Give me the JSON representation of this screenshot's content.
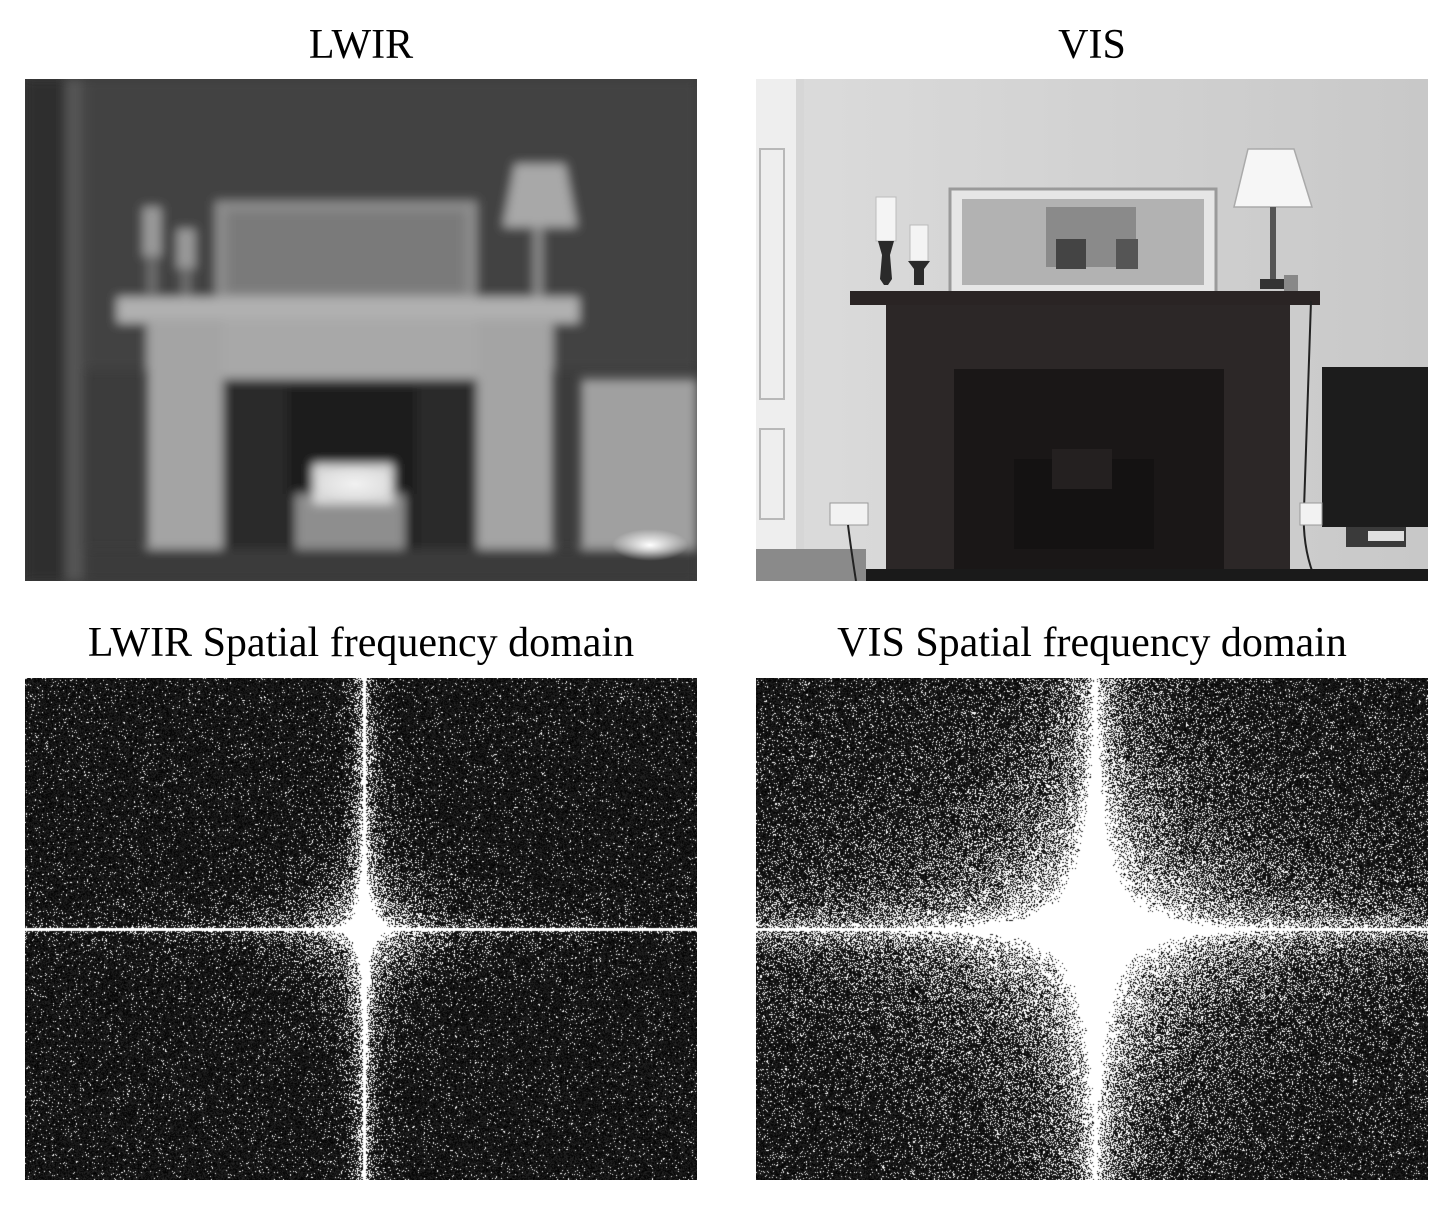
{
  "figure": {
    "panels": [
      {
        "title": "LWIR",
        "content": "thermal-scene"
      },
      {
        "title": "VIS",
        "content": "visible-scene"
      },
      {
        "title": "LWIR Spatial frequency domain",
        "content": "lwir-spectrum"
      },
      {
        "title": "VIS Spatial frequency domain",
        "content": "vis-spectrum"
      }
    ]
  }
}
